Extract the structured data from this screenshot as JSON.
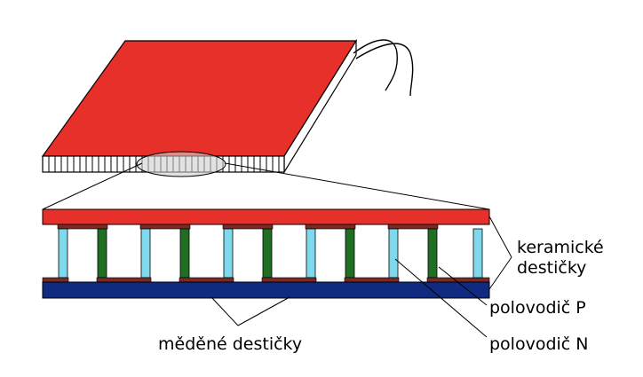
{
  "labels": {
    "ceramic_line1": "keramické",
    "ceramic_line2": "destičky",
    "semiconductor_p": "polovodič P",
    "semiconductor_n": "polovodič N",
    "copper": "měděné destičky"
  },
  "colors": {
    "ceramic_top": "#e8302a",
    "ceramic_bottom": "#102a80",
    "semiconductor_n": "#7fd8ec",
    "semiconductor_p": "#1f6e22",
    "copper_plate": "#7a2a22",
    "outline": "#000000"
  },
  "counts": {
    "thermocouple_pairs": 5
  }
}
